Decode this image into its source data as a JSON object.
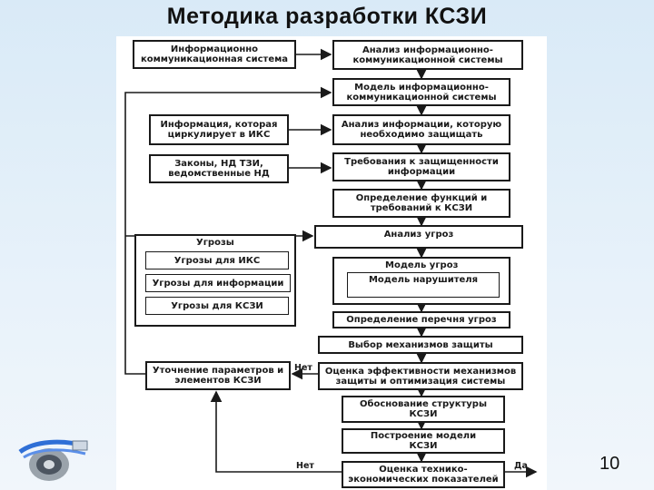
{
  "title": "Методика разработки КСЗИ",
  "page_number": "10",
  "boxes": {
    "ics": "Информационно\nкоммуникационная система",
    "analysis_ics": "Анализ информационно-\nкоммуникационной системы",
    "model_ics": "Модель информационно-\nкоммуникационной системы",
    "info_circulates": "Информация, которая\nциркулирует в ИКС",
    "analysis_info": "Анализ информации, которую\nнеобходимо защищать",
    "laws": "Законы, НД ТЗИ,\nведомственные НД",
    "requirements": "Требования к защищенности\nинформации",
    "functions": "Определение функций и\nтребований к КСЗИ",
    "threat_analysis": "Анализ угроз",
    "threats_ics": "Угрозы для ИКС",
    "threats_info": "Угрозы для информации",
    "threats_kszi": "Угрозы для КСЗИ",
    "threat_model": "Модель угроз",
    "intruder_model": "Модель нарушителя",
    "threat_list": "Определение перечня угроз",
    "protection_choice": "Выбор механизмов защиты",
    "refine_params": "Уточнение параметров и\nэлементов КСЗИ",
    "efficiency": "Оценка эффективности механизмов\nзащиты и оптимизация системы",
    "structure": "Обоснование структуры\nКСЗИ",
    "build_model": "Построение модели\nКСЗИ",
    "tech_econ": "Оценка технико-\nэкономических показателей"
  },
  "group_label": "Угрозы",
  "labels": {
    "no_1": "Нет",
    "no_2": "Нет",
    "yes": "Да"
  },
  "colors": {
    "background": "#d9eaf7",
    "panel": "#ffffff",
    "stroke": "#1a1a1a"
  }
}
